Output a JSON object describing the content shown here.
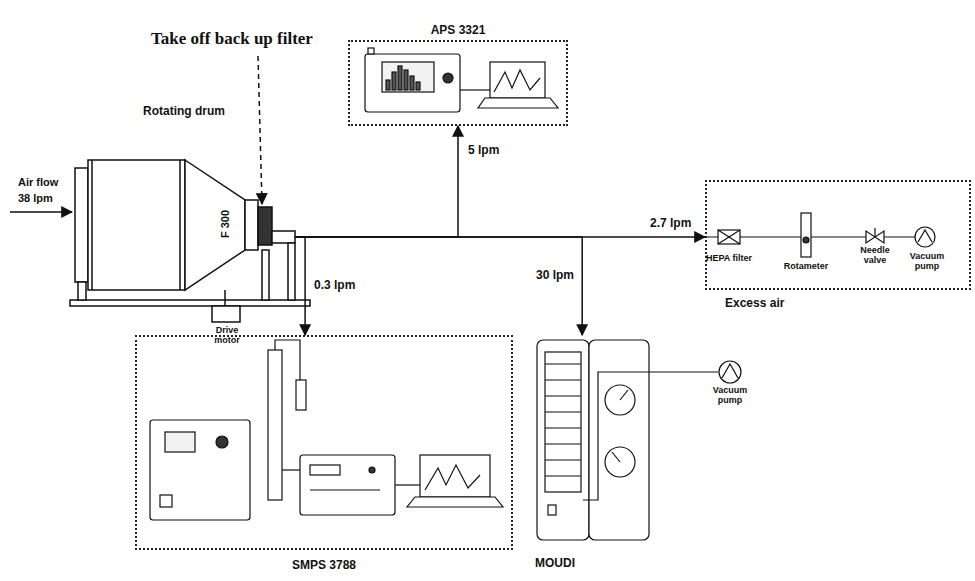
{
  "diagram": {
    "nodes": [
      {
        "text": [
          "Rotating drum",
          "F 300"
        ]
      },
      {
        "text": [
          "APS 3321"
        ]
      },
      {
        "text": [
          "Excess air"
        ]
      },
      {
        "text": [
          "MOUDI"
        ]
      },
      {
        "text": [
          "SMPS 3788"
        ]
      }
    ],
    "edges": [
      {
        "from": 0,
        "to": 1,
        "arrow": "to",
        "label": "5 lpm"
      },
      {
        "from": 0,
        "to": 2,
        "arrow": "to",
        "label": "2.7 lpm"
      },
      {
        "from": 0,
        "to": 3,
        "arrow": "to",
        "label": "30 lpm"
      },
      {
        "from": 0,
        "to": 4,
        "arrow": "to",
        "label": "0.3 lpm"
      }
    ],
    "labels": [
      "Take off back up filter",
      "Air flow",
      "38 lpm",
      "Drive motor",
      "HEPA filter",
      "Rotameter",
      "Needle valve",
      "Vacuum pump",
      "Vacuum pump"
    ]
  }
}
